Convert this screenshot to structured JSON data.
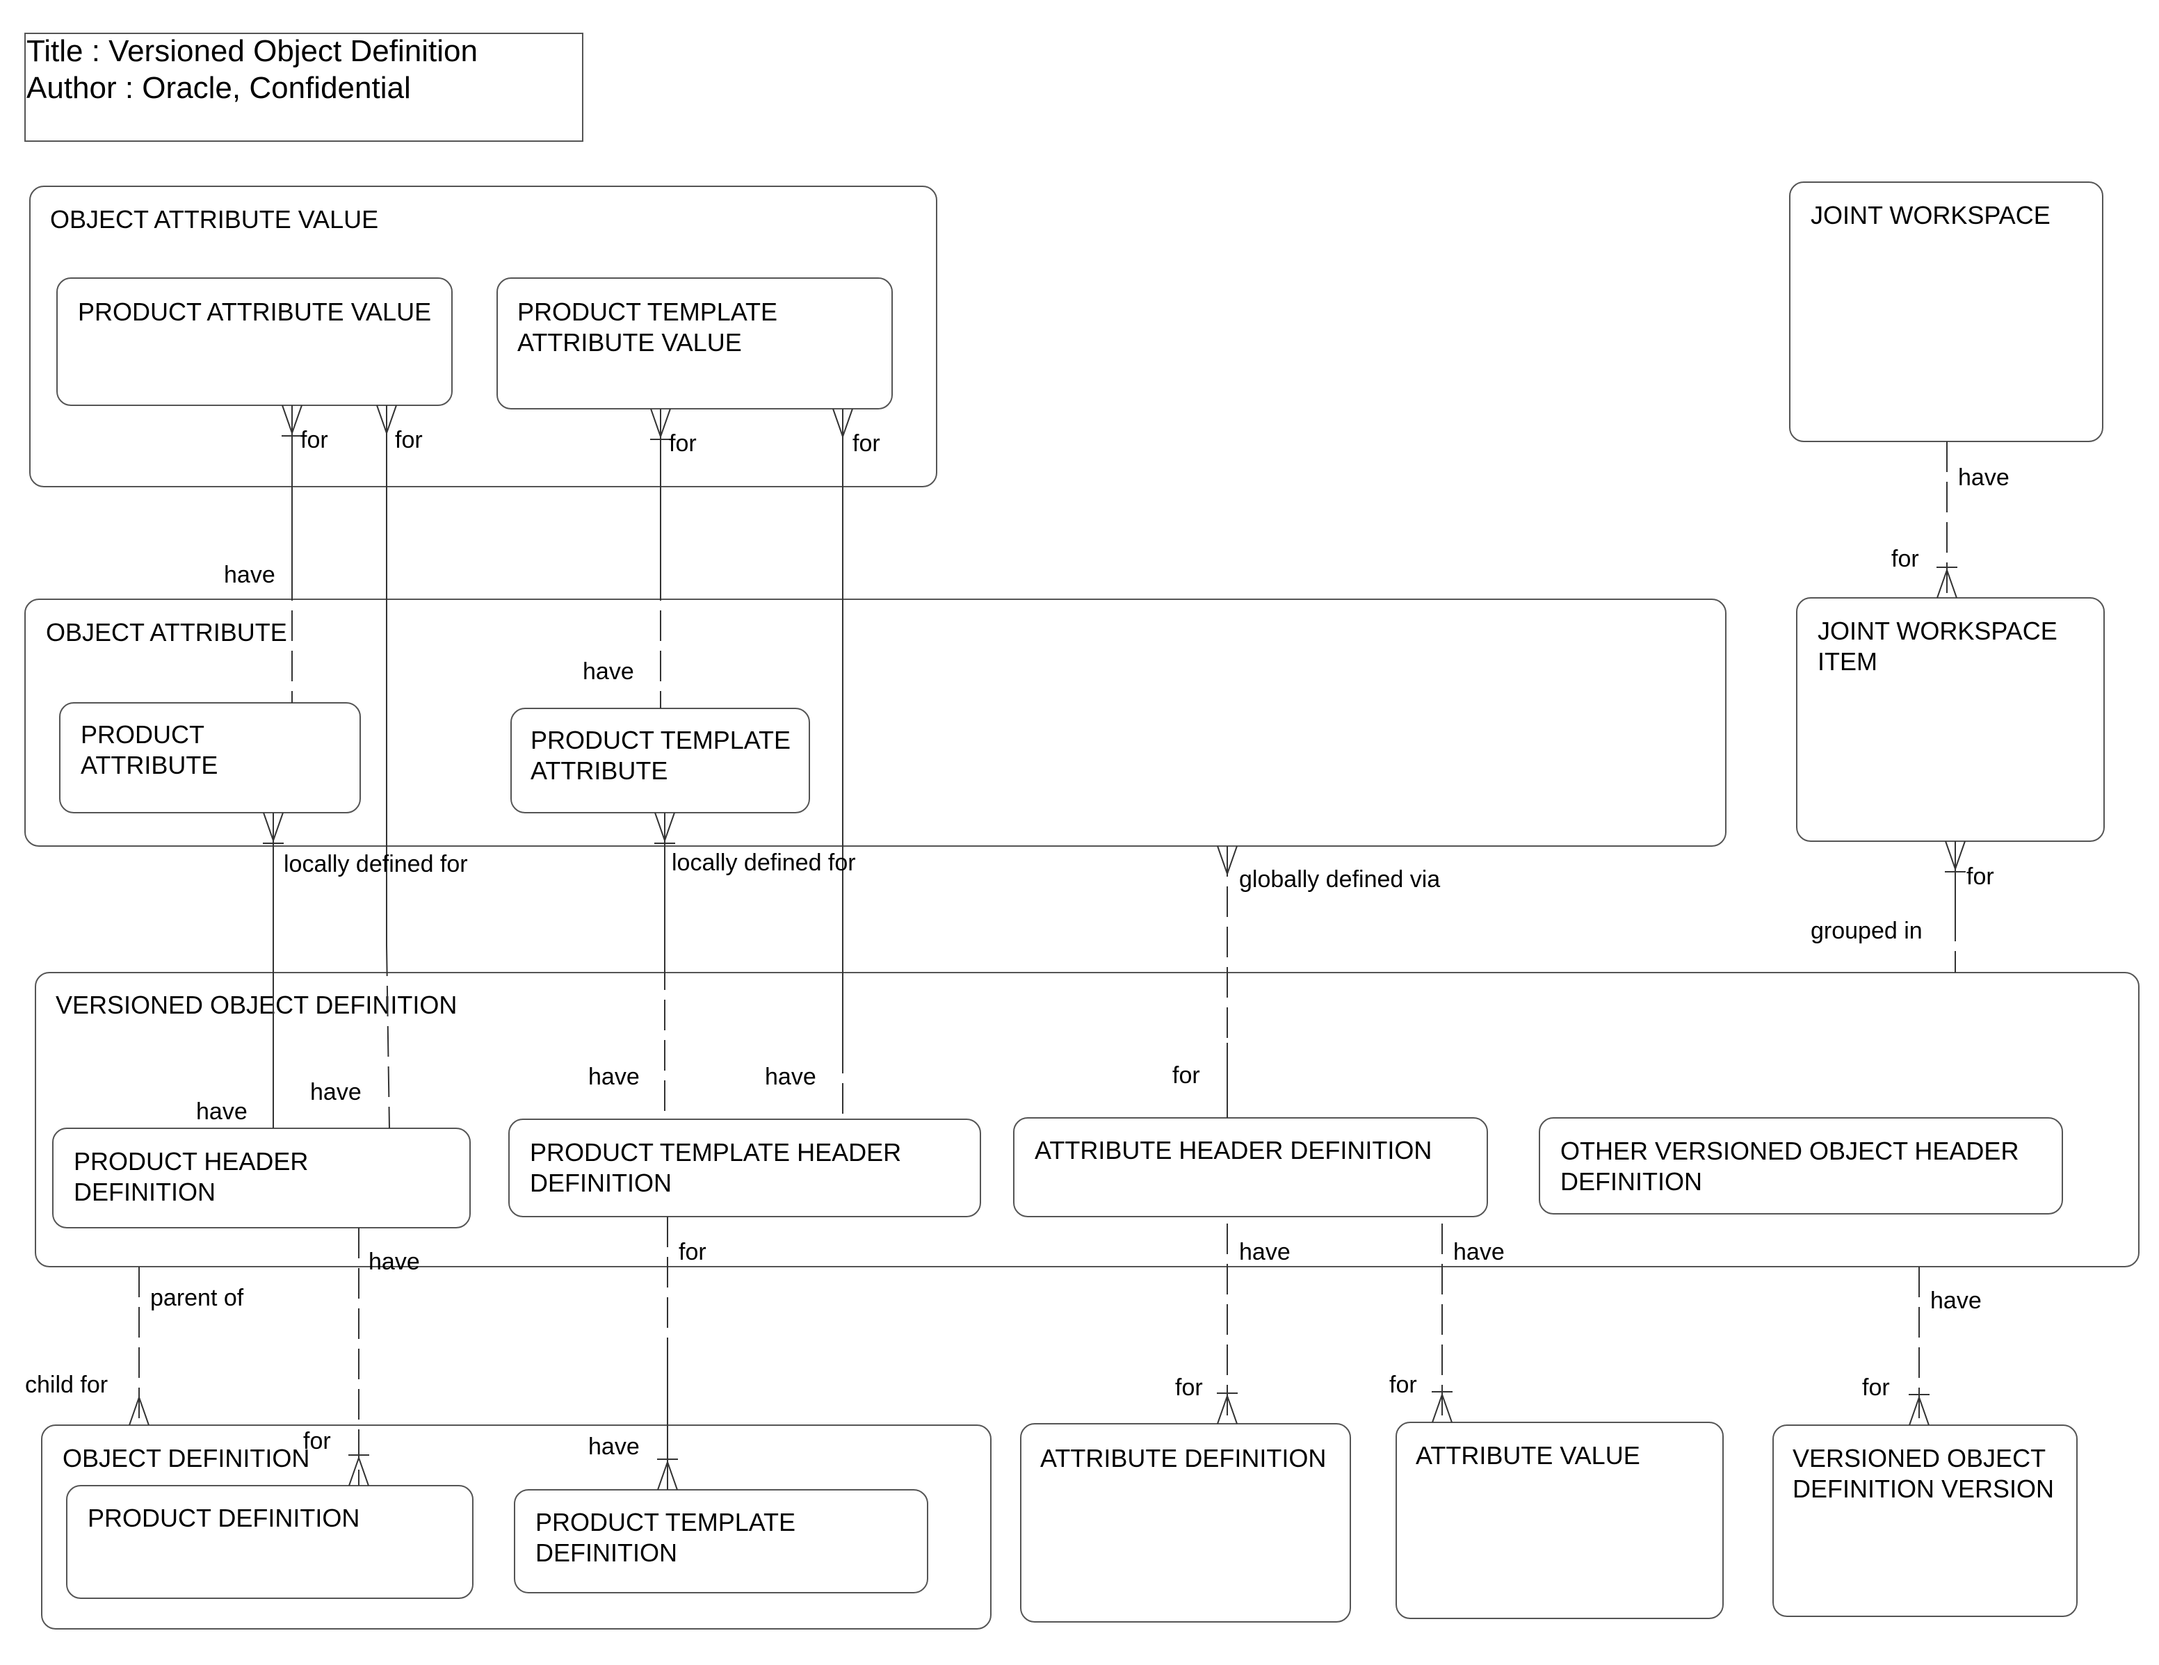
{
  "title_box": {
    "title": "Title : Versioned Object Definition",
    "author": "Author : Oracle, Confidential"
  },
  "entities": {
    "object_attribute_value": [
      "OBJECT ATTRIBUTE VALUE"
    ],
    "product_attribute_value": [
      "PRODUCT ATTRIBUTE VALUE"
    ],
    "product_template_attribute_value": [
      "PRODUCT TEMPLATE",
      "ATTRIBUTE VALUE"
    ],
    "joint_workspace": [
      "JOINT WORKSPACE"
    ],
    "object_attribute": [
      "OBJECT ATTRIBUTE"
    ],
    "product_attribute": [
      "PRODUCT",
      "ATTRIBUTE"
    ],
    "product_template_attribute": [
      "PRODUCT TEMPLATE",
      "ATTRIBUTE"
    ],
    "joint_workspace_item": [
      "JOINT WORKSPACE",
      "ITEM"
    ],
    "versioned_object_definition": [
      "VERSIONED OBJECT DEFINITION"
    ],
    "product_header_definition": [
      "PRODUCT HEADER",
      "DEFINITION"
    ],
    "product_template_header_definition": [
      "PRODUCT TEMPLATE HEADER",
      "DEFINITION"
    ],
    "attribute_header_definition": [
      "ATTRIBUTE HEADER DEFINITION"
    ],
    "other_versioned_object_header_definition": [
      "OTHER VERSIONED OBJECT HEADER",
      "DEFINITION"
    ],
    "object_definition": [
      "OBJECT DEFINITION"
    ],
    "product_definition": [
      "PRODUCT DEFINITION"
    ],
    "product_template_definition": [
      "PRODUCT TEMPLATE",
      "DEFINITION"
    ],
    "attribute_definition": [
      "ATTRIBUTE DEFINITION"
    ],
    "attribute_value": [
      "ATTRIBUTE VALUE"
    ],
    "versioned_object_definition_version": [
      "VERSIONED OBJECT",
      "DEFINITION VERSION"
    ]
  },
  "relationships": [
    {
      "id": "r1",
      "labels": [
        "for",
        "have"
      ]
    },
    {
      "id": "r2",
      "labels": [
        "for",
        "have"
      ]
    },
    {
      "id": "r3",
      "labels": [
        "for",
        "have"
      ]
    },
    {
      "id": "r4",
      "labels": [
        "for",
        "have"
      ]
    },
    {
      "id": "r5",
      "labels": [
        "have",
        "for"
      ]
    },
    {
      "id": "r6",
      "labels": [
        "locally defined for",
        "have"
      ]
    },
    {
      "id": "r7",
      "labels": [
        "locally defined for",
        "have"
      ]
    },
    {
      "id": "r8",
      "labels": [
        "globally defined via",
        "for"
      ]
    },
    {
      "id": "r9",
      "labels": [
        "for",
        "grouped in"
      ]
    },
    {
      "id": "r10",
      "labels": [
        "parent of",
        "child for"
      ]
    },
    {
      "id": "r11",
      "labels": [
        "have",
        "for"
      ]
    },
    {
      "id": "r12",
      "labels": [
        "for",
        "have"
      ]
    },
    {
      "id": "r13",
      "labels": [
        "have",
        "for"
      ]
    },
    {
      "id": "r14",
      "labels": [
        "have",
        "for"
      ]
    },
    {
      "id": "r15",
      "labels": [
        "have",
        "for"
      ]
    }
  ]
}
